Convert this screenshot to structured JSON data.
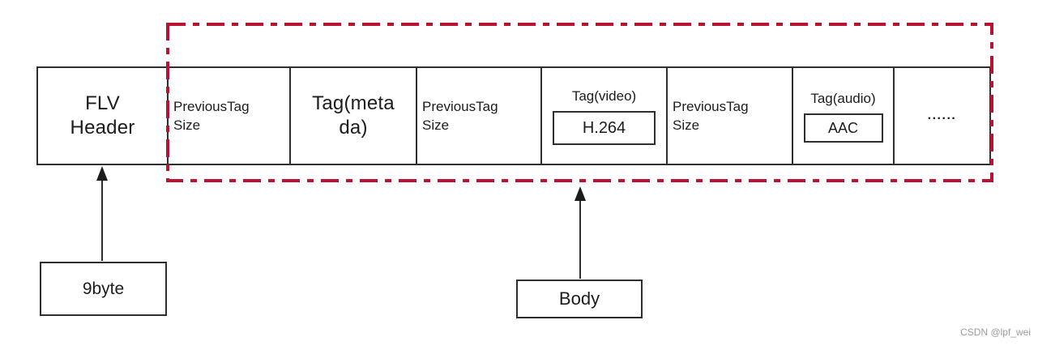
{
  "diagram": {
    "description": "FLV file structure diagram",
    "cells": [
      {
        "label": "FLV\nHeader"
      },
      {
        "label": "PreviousTag\nSize"
      },
      {
        "label": "Tag(meta\nda)"
      },
      {
        "label": "PreviousTag\nSize"
      },
      {
        "label": "Tag(video)",
        "codec": "H.264"
      },
      {
        "label": "PreviousTag\nSize"
      },
      {
        "label": "Tag(audio)",
        "codec": "AAC"
      },
      {
        "label": "......"
      }
    ],
    "callouts": {
      "header_size": "9byte",
      "body": "Body"
    },
    "colors": {
      "highlight_red": "#bb1233",
      "line_black": "#2f2f2f"
    }
  },
  "watermark": "CSDN @lpf_wei"
}
